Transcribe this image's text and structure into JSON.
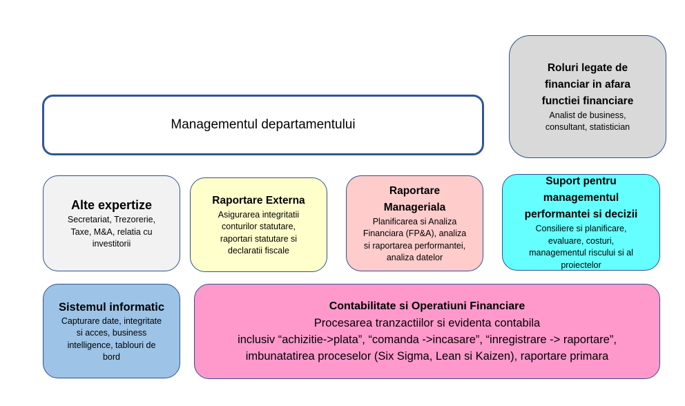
{
  "boxes": {
    "management": {
      "title": "Managementul departamentului"
    },
    "roles": {
      "title": "Roluri legate de financiar in afara functiei financiare",
      "desc": [
        "Analist de business,",
        "consultant, statistician"
      ]
    },
    "other_expertise": {
      "title": "Alte expertize",
      "desc": [
        "Secretariat, Trezorerie,",
        "Taxe, M&A, relatia cu",
        "investitorii"
      ]
    },
    "external_reporting": {
      "title": "Raportare Externa",
      "desc": [
        "Asigurarea integritatii",
        "conturilor statutare,",
        "raportari statutare si",
        "declaratii fiscale"
      ]
    },
    "managerial_reporting": {
      "title": "Raportare Manageriala",
      "desc": [
        "Planificarea si Analiza",
        "Financiara (FP&A), analiza",
        "si raportarea performantei,",
        "analiza datelor"
      ]
    },
    "performance_support": {
      "title": "Suport pentru managementul performantei si decizii",
      "desc": [
        "Consiliere si planificare,",
        "evaluare, costuri,",
        "managementul riscului si al",
        "proiectelor"
      ]
    },
    "information_system": {
      "title": "Sistemul informatic",
      "desc": [
        "Capturare date, integritate",
        "si acces, business",
        "intelligence, tablouri de",
        "bord"
      ]
    },
    "accounting": {
      "title": "Contabilitate si Operatiuni Financiare",
      "desc": [
        "Procesarea tranzactiilor si evidenta contabila",
        "inclusiv “achizitie->plata”, “comanda ->incasare”, “inregistrare -> raportare”,",
        "imbunatatirea proceselor (Six Sigma, Lean si Kaizen), raportare primara"
      ]
    }
  },
  "colors": {
    "border": "#2f4f8f",
    "management_border": "#2f5597",
    "roles": "#d9d9d9",
    "other_expertise": "#f2f2f2",
    "external_reporting": "#ffffcc",
    "managerial_reporting": "#ffcccc",
    "performance_support": "#66ffff",
    "information_system": "#9dc3e6",
    "accounting": "#ff99cc"
  }
}
